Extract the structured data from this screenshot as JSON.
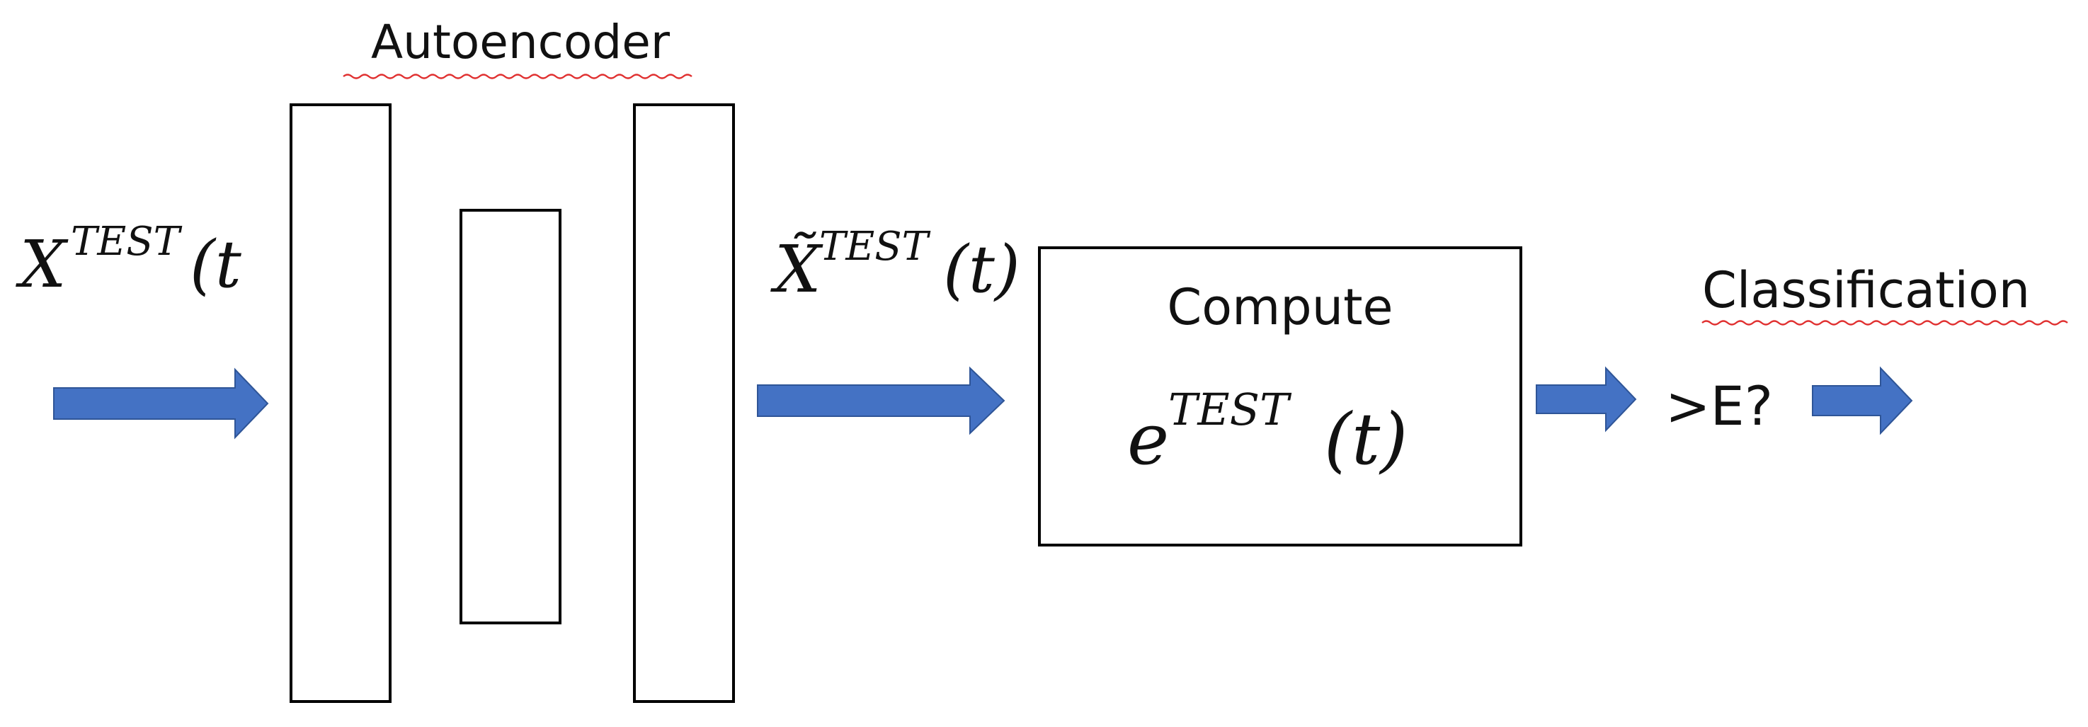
{
  "colors": {
    "arrow": "#4472C4",
    "arrow_edge": "#2F5597",
    "spellcheck_underline": "#e03030"
  },
  "labels": {
    "autoencoder": "Autoencoder",
    "input": {
      "base": "X",
      "superscript": "TEST",
      "argument": "(t"
    },
    "reconstruction": {
      "base": "X̃",
      "superscript": "TEST",
      "argument": "(t)"
    },
    "compute_box": {
      "title": "Compute",
      "symbol": "e",
      "superscript": "TEST",
      "argument": "(t)"
    },
    "threshold": ">E?",
    "classification": "Classification"
  },
  "icons": {
    "arrows": [
      "arrow-right-icon",
      "arrow-right-icon",
      "arrow-right-icon",
      "arrow-right-icon"
    ]
  }
}
